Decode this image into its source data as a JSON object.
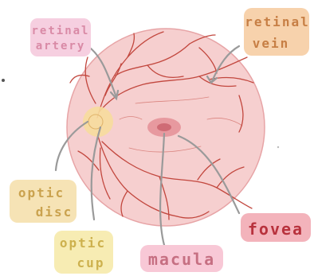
{
  "labels": {
    "retinal_artery": {
      "line1": "retinal",
      "line2": "artery",
      "color": "#d98aa6",
      "highlight": "#f6cfe0"
    },
    "retinal_vein": {
      "line1": "retinal",
      "line2": "vein",
      "color": "#c77f45",
      "highlight": "#f7d2ac"
    },
    "optic_disc": {
      "line1": "optic",
      "line2": "disc",
      "color": "#caa24e",
      "highlight": "#f6e3b5"
    },
    "optic_cup": {
      "line1": "optic",
      "line2": "cup",
      "color": "#cdb14e",
      "highlight": "#f7ecb3"
    },
    "macula": {
      "text": "macula",
      "color": "#c66f82",
      "highlight": "#f8c8d6"
    },
    "fovea": {
      "text": "fovea",
      "color": "#b8323d",
      "highlight": "#f3b3bb"
    }
  },
  "colors": {
    "retina_fill": "#f6cfcf",
    "retina_edge": "#e7a4a6",
    "vessel": "#c2473e",
    "leader": "#9a9a9a",
    "disc": "#f7dc9c",
    "macula": "#e7999f",
    "fovea": "#cf6b75"
  }
}
